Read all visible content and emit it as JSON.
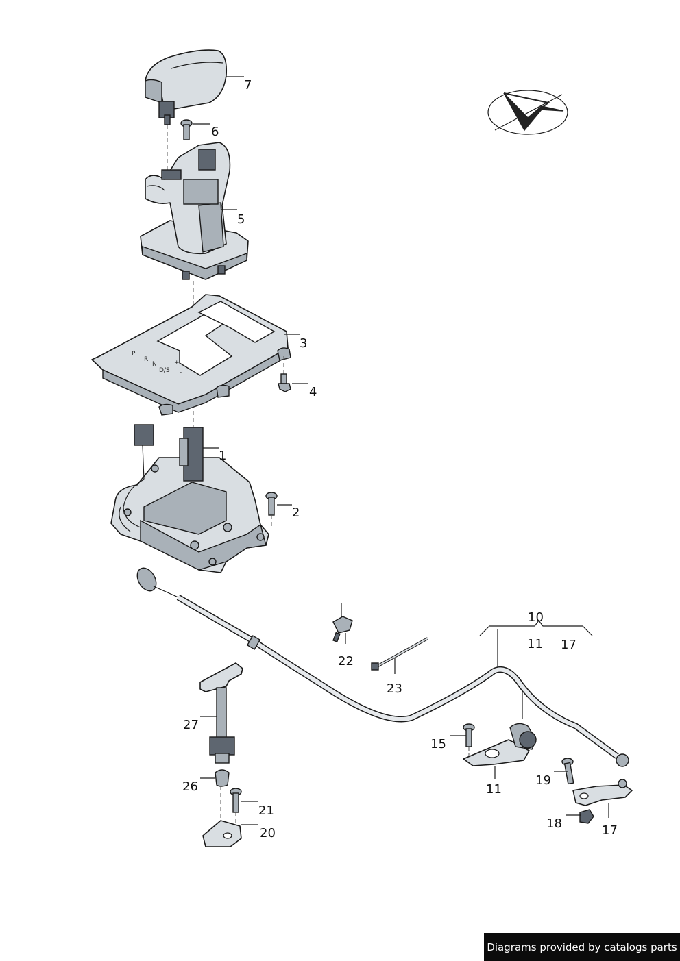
{
  "callouts": [
    {
      "id": "7",
      "label": "7"
    },
    {
      "id": "6",
      "label": "6"
    },
    {
      "id": "5",
      "label": "5"
    },
    {
      "id": "3",
      "label": "3"
    },
    {
      "id": "4",
      "label": "4"
    },
    {
      "id": "1",
      "label": "1"
    },
    {
      "id": "2",
      "label": "2"
    },
    {
      "id": "10",
      "label": "10"
    },
    {
      "id": "11a",
      "label": "11"
    },
    {
      "id": "17a",
      "label": "17"
    },
    {
      "id": "22",
      "label": "22"
    },
    {
      "id": "23",
      "label": "23"
    },
    {
      "id": "27",
      "label": "27"
    },
    {
      "id": "15",
      "label": "15"
    },
    {
      "id": "11b",
      "label": "11"
    },
    {
      "id": "19",
      "label": "19"
    },
    {
      "id": "26",
      "label": "26"
    },
    {
      "id": "21",
      "label": "21"
    },
    {
      "id": "18",
      "label": "18"
    },
    {
      "id": "17b",
      "label": "17"
    },
    {
      "id": "20",
      "label": "20"
    }
  ],
  "gear_labels": [
    "P",
    "R",
    "N",
    "D/S",
    "+",
    "-"
  ],
  "footer": {
    "text": "Diagrams provided by catalogs parts"
  }
}
